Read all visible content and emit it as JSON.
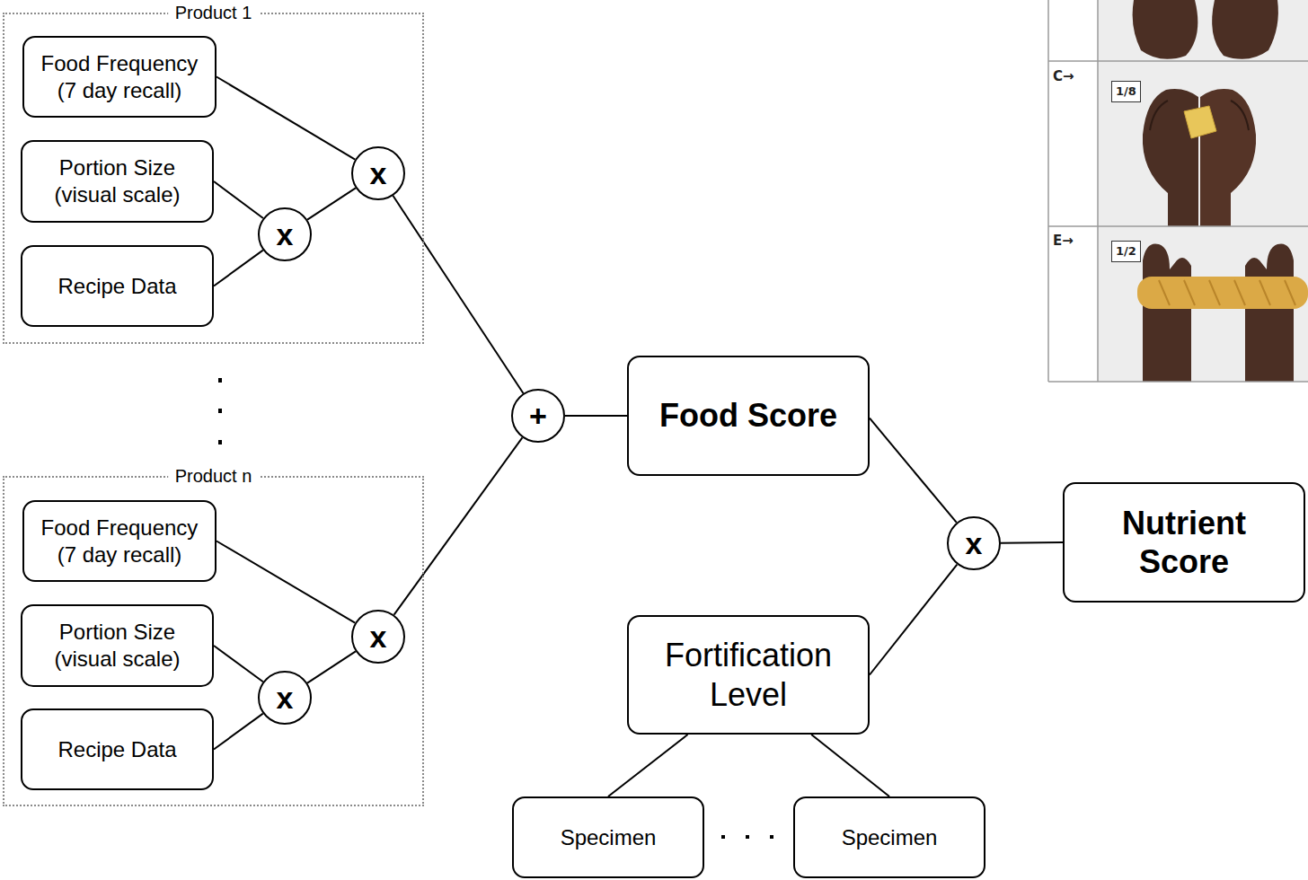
{
  "diagram": {
    "nodes": [
      {
        "text": [
          "Product 1"
        ]
      },
      {
        "text": [
          "Food Frequency (7 day recall)"
        ],
        "in": 0
      },
      {
        "text": [
          "Portion Size (visual scale)"
        ],
        "in": 0
      },
      {
        "text": [
          "Recipe Data"
        ],
        "in": 0
      },
      {
        "text": [
          "x"
        ],
        "in": 0
      },
      {
        "text": [
          "x"
        ],
        "in": 0
      },
      {
        "text": [
          "Product n"
        ]
      },
      {
        "text": [
          "Food Frequency (7 day recall)"
        ],
        "in": 6
      },
      {
        "text": [
          "Portion Size (visual scale)"
        ],
        "in": 6
      },
      {
        "text": [
          "Recipe Data"
        ],
        "in": 6
      },
      {
        "text": [
          "x"
        ],
        "in": 6
      },
      {
        "text": [
          "x"
        ],
        "in": 6
      },
      {
        "text": [
          "+"
        ]
      },
      {
        "text": [
          "Food Score"
        ]
      },
      {
        "text": [
          "Fortification Level"
        ]
      },
      {
        "text": [
          "x"
        ]
      },
      {
        "text": [
          "Nutrient Score"
        ]
      },
      {
        "text": [
          "Specimen"
        ]
      },
      {
        "text": [
          "Specimen"
        ]
      }
    ],
    "edges": [
      {
        "from": 1,
        "to": 5,
        "arrow": "none"
      },
      {
        "from": 2,
        "to": 4,
        "arrow": "none"
      },
      {
        "from": 3,
        "to": 4,
        "arrow": "none"
      },
      {
        "from": 4,
        "to": 5,
        "arrow": "none"
      },
      {
        "from": 5,
        "to": 12,
        "arrow": "none"
      },
      {
        "from": 7,
        "to": 11,
        "arrow": "none"
      },
      {
        "from": 8,
        "to": 10,
        "arrow": "none"
      },
      {
        "from": 9,
        "to": 10,
        "arrow": "none"
      },
      {
        "from": 10,
        "to": 11,
        "arrow": "none"
      },
      {
        "from": 11,
        "to": 12,
        "arrow": "none"
      },
      {
        "from": 12,
        "to": 13,
        "arrow": "none"
      },
      {
        "from": 13,
        "to": 15,
        "arrow": "none"
      },
      {
        "from": 14,
        "to": 15,
        "arrow": "none"
      },
      {
        "from": 15,
        "to": 16,
        "arrow": "none"
      },
      {
        "from": 17,
        "to": 14,
        "arrow": "none"
      },
      {
        "from": 18,
        "to": 14,
        "arrow": "none"
      }
    ],
    "labels": [
      "C→",
      "1/8",
      "E→",
      "1/2"
    ]
  }
}
